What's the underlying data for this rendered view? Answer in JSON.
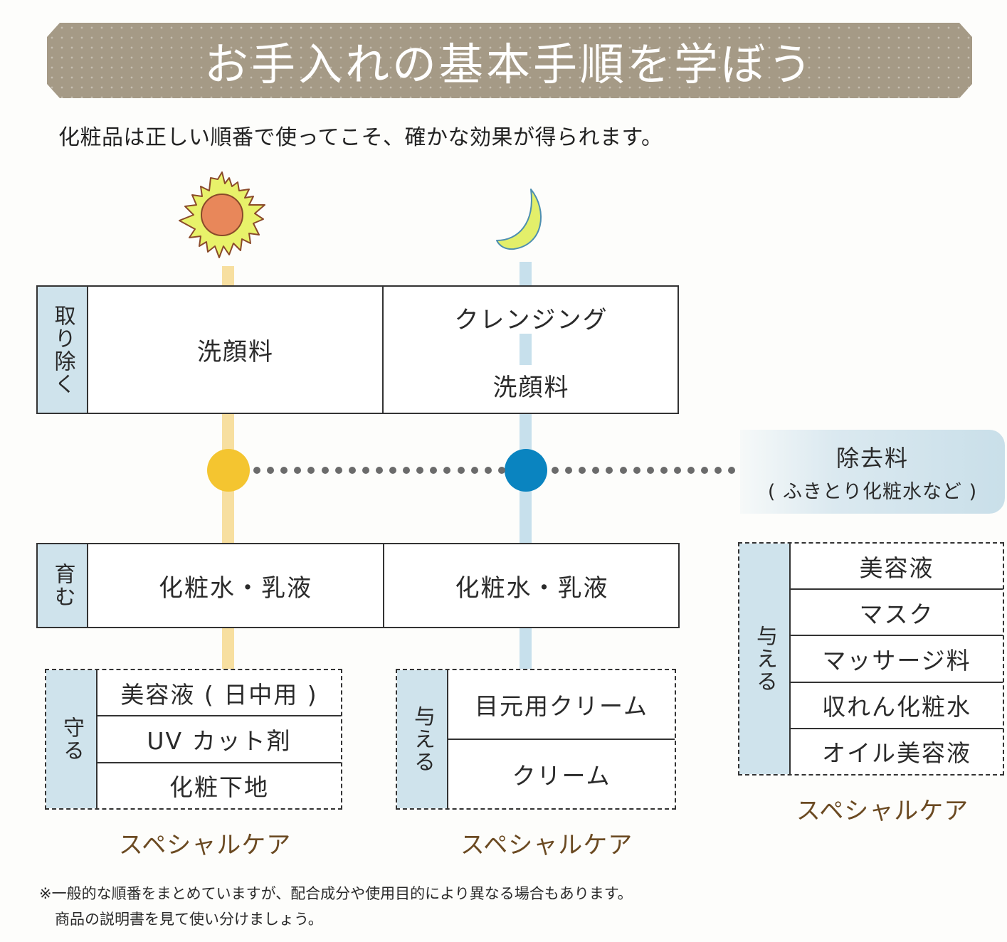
{
  "header": {
    "title": "お手入れの基本手順を学ぼう",
    "subtitle": "化粧品は正しい順番で使ってこそ、確かな効果が得られます。"
  },
  "icons": {
    "day": "sun-icon",
    "night": "moon-icon"
  },
  "colors": {
    "banner": "#a59a86",
    "label_bg": "#cfe3ec",
    "day_line": "#f7dfa0",
    "night_line": "#c7e0ec",
    "day_dot": "#f4c530",
    "night_dot": "#0a84c0",
    "special_care_text": "#6b4a22"
  },
  "steps": {
    "remove": {
      "label": "取り除く",
      "day": "洗顔料",
      "night_first": "クレンジング",
      "night_second": "洗顔料"
    },
    "nurture": {
      "label": "育む",
      "day": "化粧水・乳液",
      "night": "化粧水・乳液"
    }
  },
  "remover": {
    "title": "除去料",
    "subtitle": "( ふきとり化粧水など )"
  },
  "special_care": {
    "day": {
      "label": "守る",
      "items": [
        "美容液 ( 日中用 )",
        "UV カット剤",
        "化粧下地"
      ],
      "caption": "スペシャルケア"
    },
    "night": {
      "label": "与える",
      "items": [
        "目元用クリーム",
        "クリーム"
      ],
      "caption": "スペシャルケア"
    },
    "extra": {
      "label": "与える",
      "items": [
        "美容液",
        "マスク",
        "マッサージ料",
        "収れん化粧水",
        "オイル美容液"
      ],
      "caption": "スペシャルケア"
    }
  },
  "footnote": {
    "line1": "※一般的な順番をまとめていますが、配合成分や使用目的により異なる場合もあります。",
    "line2": "商品の説明書を見て使い分けましょう。"
  }
}
